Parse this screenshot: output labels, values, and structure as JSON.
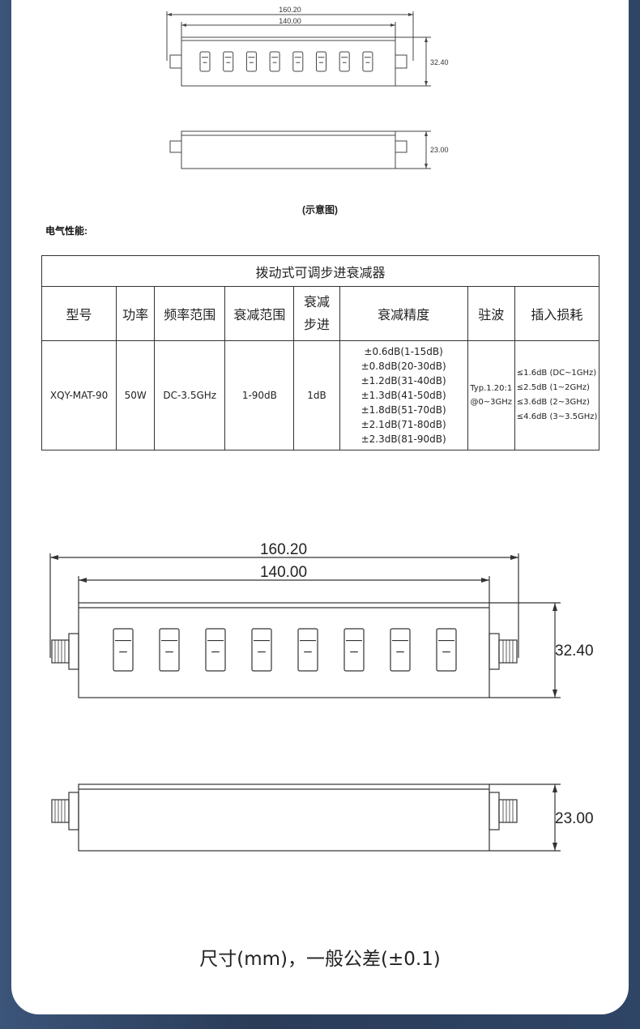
{
  "dimensions": {
    "overall_length": "160.20",
    "body_length": "140.00",
    "height": "32.40",
    "depth": "23.00"
  },
  "caption": "(示意图)",
  "section_label": "电气性能:",
  "table": {
    "title": "拨动式可调步进衰减器",
    "headers": {
      "model": "型号",
      "power": "功率",
      "freq_range": "频率范围",
      "atten_range": "衰减范围",
      "step_line1": "衰减",
      "step_line2": "步进",
      "accuracy": "衰减精度",
      "vswr": "驻波",
      "insertion_loss": "插入损耗"
    },
    "row": {
      "model": "XQY-MAT-90",
      "power": "50W",
      "freq_range": "DC-3.5GHz",
      "atten_range": "1-90dB",
      "step": "1dB",
      "accuracy": [
        "±0.6dB(1-15dB)",
        "±0.8dB(20-30dB)",
        "±1.2dB(31-40dB)",
        "±1.3dB(41-50dB)",
        "±1.8dB(51-70dB)",
        "±2.1dB(71-80dB)",
        "±2.3dB(81-90dB)"
      ],
      "vswr": [
        "Typ.1.20:1",
        "@0~3GHz"
      ],
      "insertion_loss": [
        "≤1.6dB (DC~1GHz)",
        "≤2.5dB (1~2GHz)",
        "≤3.6dB (2~3GHz)",
        "≤4.6dB (3~3.5GHz)"
      ]
    }
  },
  "footer": "尺寸(mm)，一般公差(±0.1)"
}
